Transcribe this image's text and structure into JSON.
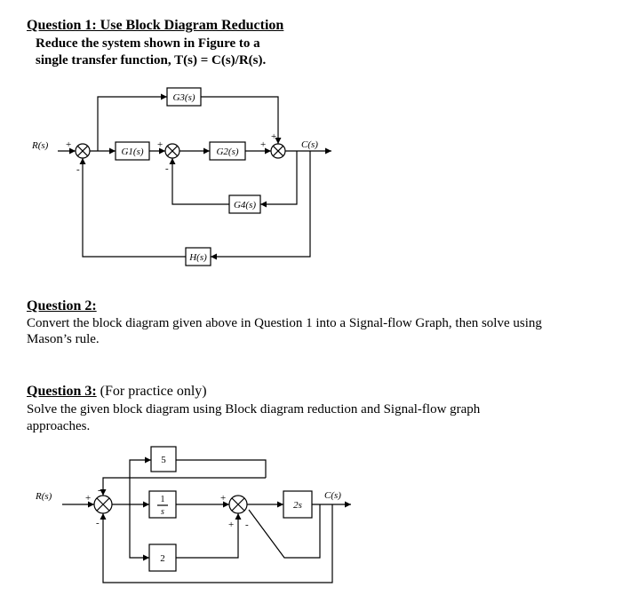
{
  "q1": {
    "title": "Question 1: Use Block Diagram Reduction",
    "line1": "Reduce the system shown in Figure to a",
    "line2": "single transfer function, T(s) = C(s)/R(s)."
  },
  "diagram1": {
    "input": "R(s)",
    "output": "C(s)",
    "g1": "G1(s)",
    "g2": "G2(s)",
    "g3": "G3(s)",
    "g4": "G4(s)",
    "h": "H(s)",
    "plus": "+",
    "minus": "-"
  },
  "q2": {
    "title": "Question 2:",
    "line1": "Convert the block diagram given above in Question 1 into a Signal-flow Graph, then solve using",
    "line2": "Mason’s rule."
  },
  "q3": {
    "title": "Question 3:",
    "note": " (For practice only)",
    "line1": "Solve the given block diagram using Block diagram reduction and Signal-flow graph",
    "line2": "approaches."
  },
  "diagram2": {
    "input": "R(s)",
    "output": "C(s)",
    "b5": "5",
    "b_inv_num": "1",
    "b_inv_den": "s",
    "b2": "2",
    "b2s": "2s",
    "plus": "+",
    "minus": "-"
  }
}
